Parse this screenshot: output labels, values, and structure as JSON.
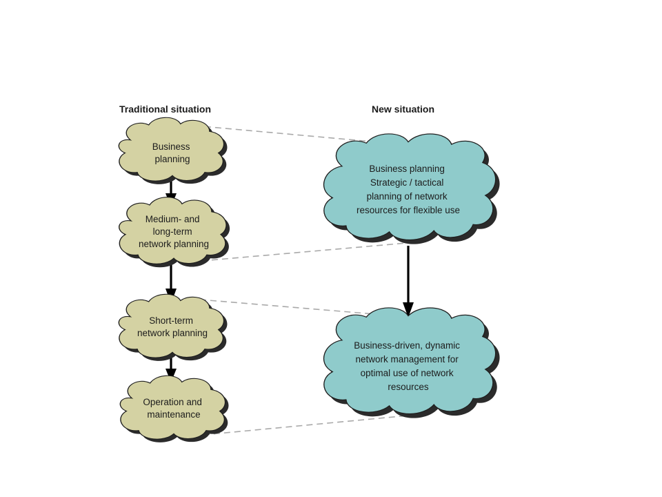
{
  "headings": {
    "traditional": "Traditional situation",
    "new": "New situation"
  },
  "traditional_steps": [
    {
      "lines": [
        "Business",
        "planning"
      ]
    },
    {
      "lines": [
        "Medium- and",
        "long-term",
        "network planning"
      ]
    },
    {
      "lines": [
        "Short-term",
        "network planning"
      ]
    },
    {
      "lines": [
        "Operation and",
        "maintenance"
      ]
    }
  ],
  "new_steps": [
    {
      "lines": [
        "Business planning",
        "Strategic / tactical",
        "planning of network",
        "resources for flexible use"
      ]
    },
    {
      "lines": [
        "Business-driven, dynamic",
        "network management for",
        "optimal use of network",
        "resources"
      ]
    }
  ],
  "colors": {
    "traditional_fill": "#d4d2a3",
    "new_fill": "#8fcbcb",
    "dashed_connector": "#a9a9a9"
  }
}
